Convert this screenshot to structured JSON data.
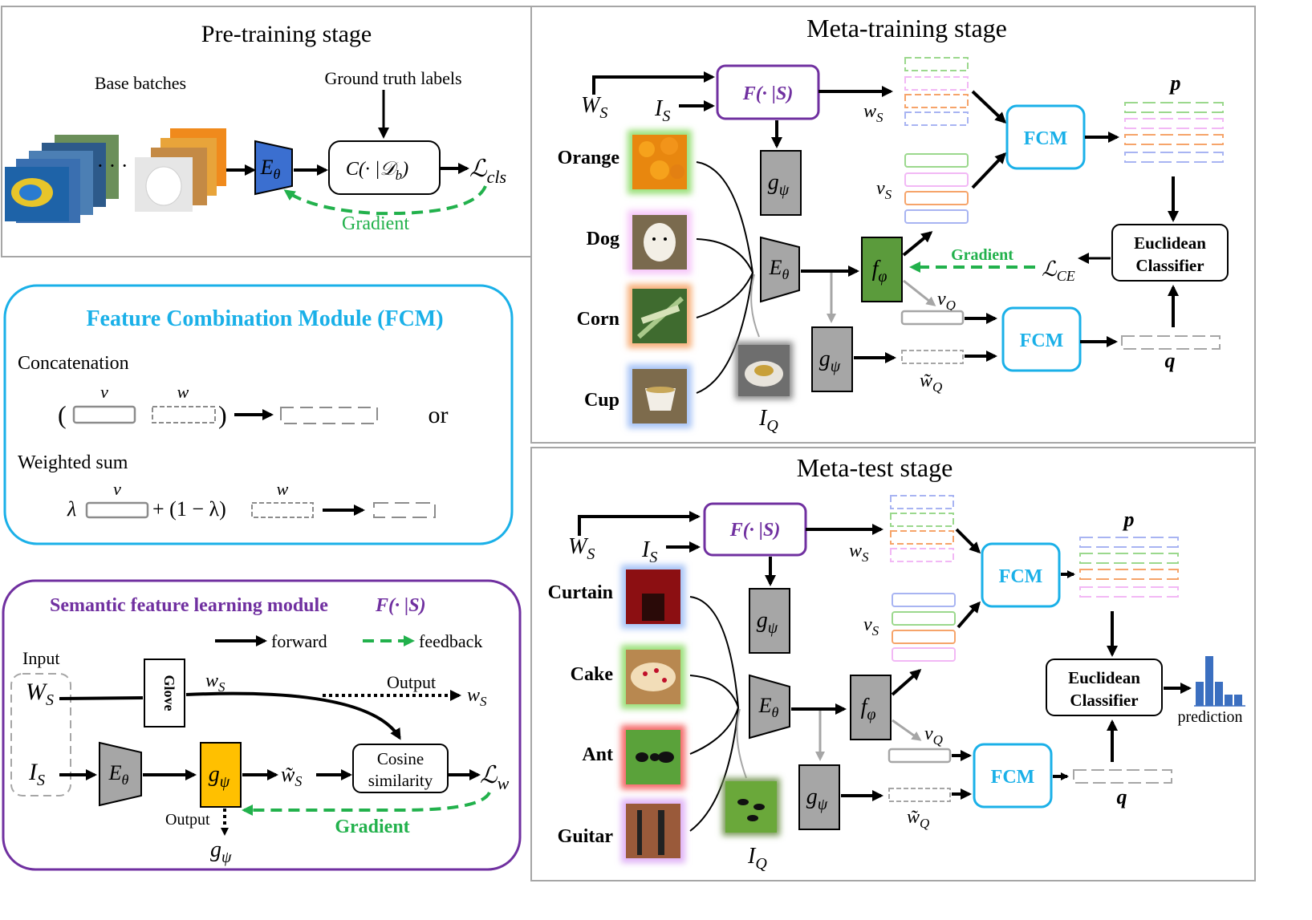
{
  "pretraining": {
    "title": "Pre-training stage",
    "base_batches": "Base batches",
    "ground_truth": "Ground truth labels",
    "dots": "· · ·",
    "encoder": "E",
    "encoder_sub": "θ",
    "classifier": "C(· |𝒟",
    "classifier_sub": "b",
    "classifier_end": ")",
    "loss": "ℒ",
    "loss_sub": "cls",
    "gradient": "Gradient"
  },
  "fcm_module": {
    "title": "Feature Combination Module (FCM)",
    "concat_label": "Concatenation",
    "v": "v",
    "w": "w",
    "open_paren": "(",
    "close_paren": ")",
    "or": "or",
    "weighted_label": "Weighted sum",
    "lambda": "λ",
    "one_minus_lambda": "+ (1 − λ)"
  },
  "semantic_module": {
    "title": "Semantic feature learning module",
    "title_func": "F(· |S)",
    "forward": "forward",
    "feedback": "feedback",
    "input": "Input",
    "ws": "W",
    "ws_sub": "S",
    "is": "I",
    "is_sub": "S",
    "glove": "Glove",
    "w_small": "w",
    "w_small_sub": "S",
    "output1": "Output",
    "output2": "Output",
    "encoder": "E",
    "encoder_sub": "θ",
    "g": "g",
    "g_sub": "ψ",
    "w_tilde": "w̃",
    "w_tilde_sub": "S",
    "cosine1": "Cosine",
    "cosine2": "similarity",
    "loss": "ℒ",
    "loss_sub": "w",
    "gradient": "Gradient"
  },
  "metatraining": {
    "title": "Meta-training stage",
    "W": "W",
    "W_sub": "S",
    "I": "I",
    "I_sub": "S",
    "F": "F(· |S)",
    "w": "w",
    "w_sub": "S",
    "v": "v",
    "v_sub": "S",
    "fcm1": "FCM",
    "fcm2": "FCM",
    "p": "p",
    "q": "q",
    "euclid1": "Euclidean",
    "euclid2": "Classifier",
    "loss": "ℒ",
    "loss_sub": "CE",
    "gradient": "Gradient",
    "classes": [
      "Orange",
      "Dog",
      "Corn",
      "Cup"
    ],
    "E": "E",
    "E_sub": "θ",
    "f": "f",
    "f_sub": "φ",
    "g": "g",
    "g_sub": "ψ",
    "vQ": "v",
    "vQ_sub": "Q",
    "wQ": "w̃",
    "wQ_sub": "Q",
    "IQ": "I",
    "IQ_sub": "Q"
  },
  "metatest": {
    "title": "Meta-test stage",
    "W": "W",
    "W_sub": "S",
    "I": "I",
    "I_sub": "S",
    "F": "F(· |S)",
    "w": "w",
    "w_sub": "S",
    "v": "v",
    "v_sub": "S",
    "fcm1": "FCM",
    "fcm2": "FCM",
    "p": "p",
    "q": "q",
    "euclid1": "Euclidean",
    "euclid2": "Classifier",
    "prediction": "prediction",
    "classes": [
      "Curtain",
      "Cake",
      "Ant",
      "Guitar"
    ],
    "E": "E",
    "E_sub": "θ",
    "f": "f",
    "f_sub": "φ",
    "g": "g",
    "g_sub": "ψ",
    "vQ": "v",
    "vQ_sub": "Q",
    "wQ": "w̃",
    "wQ_sub": "Q",
    "IQ": "I",
    "IQ_sub": "Q"
  },
  "colors": {
    "fcm_blue": "#1ab0e8",
    "purple": "#7030a0",
    "green": "#22b14c",
    "encoder_blue": "#3b6fd0",
    "gpsi_yellow": "#ffc000",
    "fphi_green": "#5b9b3c",
    "gray_box": "#a6a6a6"
  }
}
